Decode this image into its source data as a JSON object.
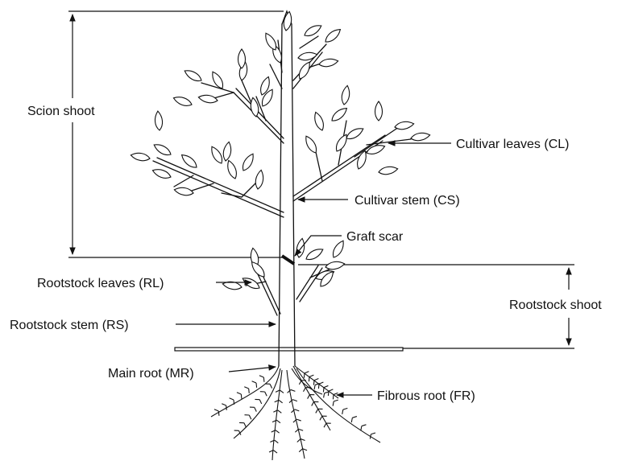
{
  "labels": {
    "scion_shoot": "Scion shoot",
    "cultivar_leaves": "Cultivar leaves (CL)",
    "cultivar_stem": "Cultivar stem (CS)",
    "graft_scar": "Graft scar",
    "rootstock_leaves": "Rootstock leaves (RL)",
    "rootstock_stem": "Rootstock stem (RS)",
    "rootstock_shoot": "Rootstock shoot",
    "main_root": "Main root (MR)",
    "fibrous_root": "Fibrous root (FR)"
  }
}
